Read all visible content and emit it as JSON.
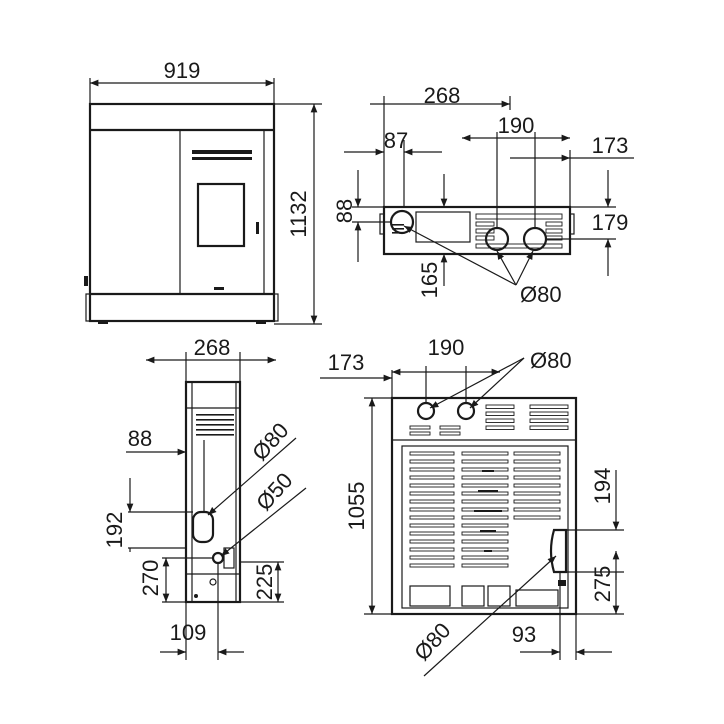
{
  "diagram": {
    "front_view": {
      "width": "919",
      "height": "1132"
    },
    "top_view": {
      "width": "268",
      "offset_left": "87",
      "pipe_spacing": "190",
      "offset_right": "173",
      "depth_front": "88",
      "depth_back": "179",
      "depth_lower": "165",
      "diameter": "Ø80"
    },
    "side_view": {
      "width": "268",
      "offset_88": "88",
      "diameter_80": "Ø80",
      "diameter_50": "Ø50",
      "height_192": "192",
      "height_270": "270",
      "height_225": "225",
      "offset_109": "109"
    },
    "rear_view": {
      "offset_173": "173",
      "pipe_spacing": "190",
      "diameter_top": "Ø80",
      "height_1055": "1055",
      "height_194": "194",
      "height_275": "275",
      "offset_93": "93",
      "diameter_bottom": "Ø80"
    }
  }
}
